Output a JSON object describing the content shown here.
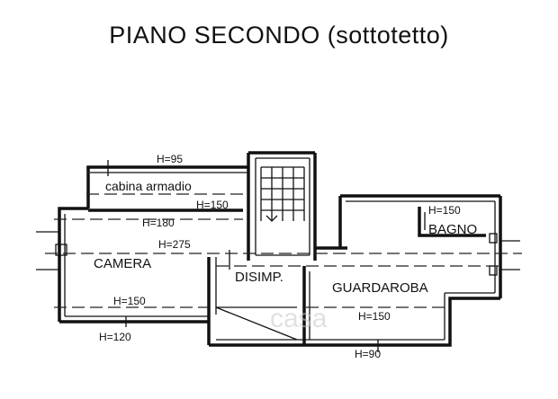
{
  "title": "PIANO SECONDO (sottotetto)",
  "rooms": {
    "cabina": "cabina armadio",
    "camera": "CAMERA",
    "disimp": "DISIMP.",
    "guardaroba": "GUARDAROBA",
    "bagno": "BAGNO"
  },
  "heights": {
    "h95": "H=95",
    "h150_cabina": "H=150",
    "h180": "H=180",
    "h275": "H=275",
    "h150_camera": "H=150",
    "h120": "H=120",
    "h150_bagno": "H=150",
    "h150_guardaroba": "H=150",
    "h90": "H=90"
  },
  "watermark": "casa"
}
